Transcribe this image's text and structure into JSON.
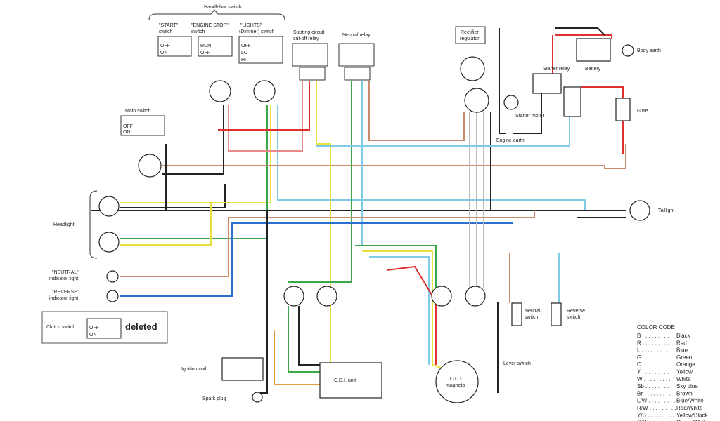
{
  "labels": {
    "handlebar_switch": "Handlebar switch",
    "start_switch_1": "\"START\"",
    "start_switch_2": "switch",
    "engine_stop_1": "\"ENGINE STOP\"",
    "engine_stop_2": "switch",
    "lights_1": "\"LIGHTS\"",
    "lights_2": "(Dimmer) switch",
    "cutoff_relay_1": "Starting circuit",
    "cutoff_relay_2": "cut-off relay",
    "neutral_relay": "Neutral relay",
    "rectifier_1": "Rectifier",
    "rectifier_2": "regulator",
    "starter_relay": "Starter relay",
    "battery": "Battery",
    "body_earth": "Body earth",
    "starter_motor": "Starter motor",
    "fuse": "Fuse",
    "engine_earth": "Engine earth",
    "main_switch": "Main switch",
    "headlight": "Headlight",
    "taillight": "Taillight",
    "neutral_light_1": "\"NEUTRAL\"",
    "neutral_light_2": "indicator light",
    "reverse_light_1": "\"REVERSE\"",
    "reverse_light_2": "indicator light",
    "clutch_switch": "Clutch switch",
    "deleted": "deleted",
    "ignition_coil": "Ignition coil",
    "spark_plug": "Spark plug",
    "cdi_unit": "C.D.I. unit",
    "cdi_magneto_1": "C.D.I.",
    "cdi_magneto_2": "magneto",
    "lever_switch": "Lever switch",
    "neutral_switch_1": "Neutral",
    "neutral_switch_2": "switch",
    "reverse_switch_1": "Reverse",
    "reverse_switch_2": "switch",
    "switch_off": "OFF",
    "switch_on": "ON",
    "switch_run": "RUN",
    "switch_lo": "LO",
    "switch_hi": "HI"
  },
  "color_code": {
    "title": "COLOR CODE",
    "entries": [
      {
        "code": "B",
        "name": "Black"
      },
      {
        "code": "R",
        "name": "Red"
      },
      {
        "code": "L",
        "name": "Blue"
      },
      {
        "code": "G",
        "name": "Green"
      },
      {
        "code": "O",
        "name": "Orange"
      },
      {
        "code": "Y",
        "name": "Yellow"
      },
      {
        "code": "W",
        "name": "White"
      },
      {
        "code": "Sb",
        "name": "Sky blue"
      },
      {
        "code": "Br",
        "name": "Brown"
      },
      {
        "code": "L/W",
        "name": "Blue/White"
      },
      {
        "code": "R/W",
        "name": "Red/White"
      },
      {
        "code": "Y/B",
        "name": "Yellow/Black"
      },
      {
        "code": "G/W",
        "name": "Green/White"
      }
    ]
  },
  "wire_colors": {
    "black": "#222222",
    "red": "#e03030",
    "blue": "#2a6fd0",
    "green": "#3aa84a",
    "orange": "#e89a40",
    "yellow": "#e8e040",
    "white": "#bbbbbb",
    "skyblue": "#7ecbe8",
    "brown": "#c98a6a",
    "redwhite": "#e88a8a"
  }
}
